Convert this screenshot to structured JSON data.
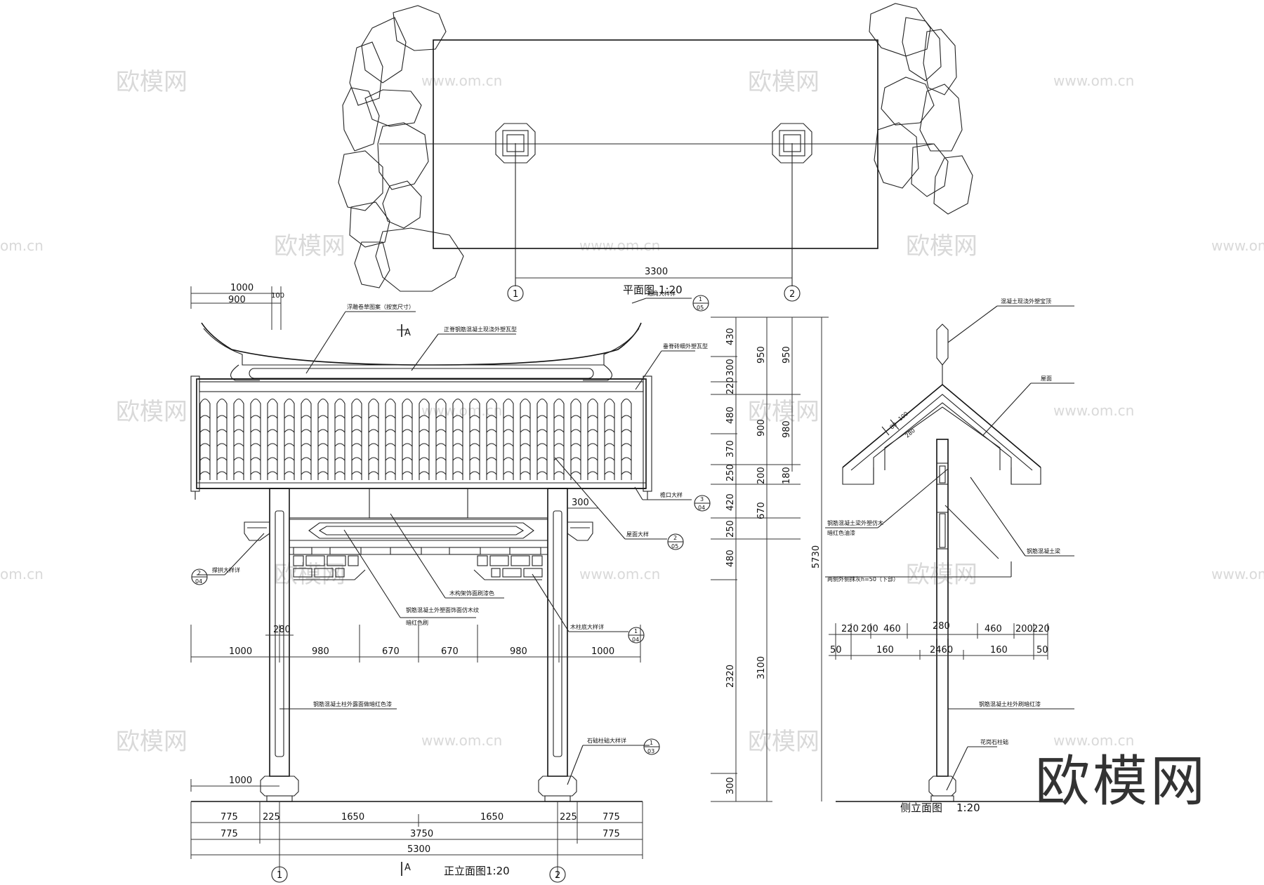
{
  "plan_view": {
    "title": "平面图",
    "scale": "1:20",
    "dim_3300": "3300",
    "axis_1": "1",
    "axis_2": "2"
  },
  "front_elevation": {
    "title": "正立面图1:20",
    "section_mark": "A",
    "top_dims": [
      "1000",
      "900",
      "100"
    ],
    "mid_dims": [
      "1000",
      "980",
      "670",
      "670",
      "980",
      "1000"
    ],
    "dim_280": "280",
    "dim_300": "300",
    "base_dims_row1": [
      "775",
      "225",
      "1650",
      "1650",
      "225",
      "775"
    ],
    "base_dims_row2": [
      "775",
      "3750",
      "775"
    ],
    "total": "5300",
    "dim_1000_base": "1000",
    "detail_callouts": [
      {
        "num": "1",
        "sheet": "05"
      },
      {
        "num": "3",
        "sheet": "04"
      },
      {
        "num": "2",
        "sheet": "05"
      },
      {
        "num": "2",
        "sheet": "04"
      },
      {
        "num": "1",
        "sheet": "04"
      },
      {
        "num": "1",
        "sheet": "03"
      }
    ],
    "notes": [
      "浮雕卷草图案（按宽尺寸）",
      "正脊钢筋混凝土现浇外塑瓦型",
      "翘角大样详",
      "垂脊砖细外塑瓦型",
      "檐口大样",
      "屋面大样",
      "撑拱大样详",
      "木构架饰面刷漆色",
      "钢筋混凝土外塑面饰面仿木纹",
      "暗红色刷",
      "木柱底大样详",
      "钢筋混凝土柱外露面做暗红色漆",
      "石础柱础大样详"
    ]
  },
  "side_elevation": {
    "title": "侧立面图",
    "scale": "1:20",
    "left_dims": [
      "430",
      "300",
      "220",
      "480",
      "370",
      "250",
      "420",
      "250",
      "480",
      "2320",
      "300"
    ],
    "mid_dims": [
      "950",
      "900",
      "200",
      "670",
      "3100"
    ],
    "right_dims": [
      "950",
      "980",
      "180"
    ],
    "total_height": "5730",
    "roof_dims": [
      "80",
      "100",
      "280"
    ],
    "bottom_dims_row1": [
      "220",
      "200",
      "460",
      "280",
      "460",
      "200",
      "220"
    ],
    "bottom_dims_row2": [
      "50",
      "160",
      "2460",
      "160",
      "50"
    ],
    "notes": [
      "混凝土现浇外塑宝顶",
      "屋面",
      "钢筋混凝土梁外塑仿木",
      "暗红色油漆",
      "钢筋混凝土梁",
      "两侧外侧抹灰h=50（下部）",
      "钢筋混凝土柱外刷暗红漆",
      "花岗石柱础"
    ]
  },
  "watermarks": {
    "cn": "欧模网",
    "url": "www.om.cn",
    "url_short": "om.cn"
  },
  "brand": "欧模网",
  "colors": {
    "line": "#111111",
    "watermark": "#d9d9d9",
    "background": "#ffffff"
  }
}
